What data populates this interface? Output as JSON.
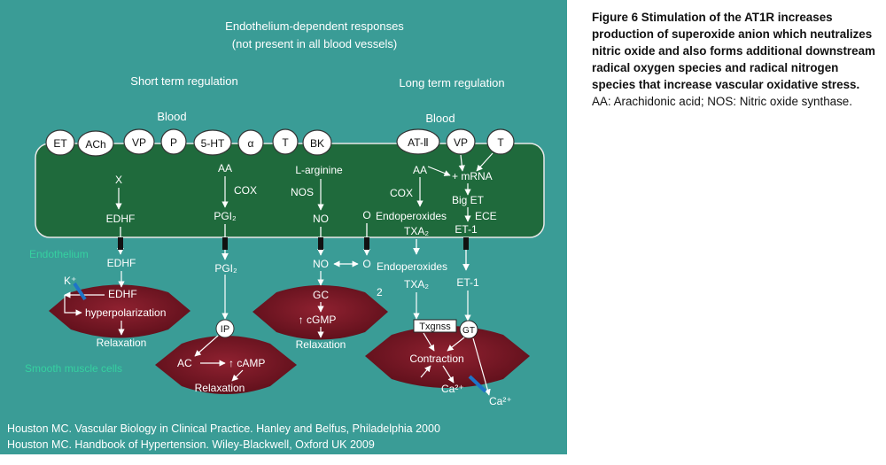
{
  "header": {
    "line1": "Endothelium-dependent responses",
    "line2": "(not present in all blood vessels)",
    "short_term": "Short term regulation",
    "long_term": "Long term regulation",
    "blood_left": "Blood",
    "blood_right": "Blood"
  },
  "receptors_left": [
    "ET",
    "ACh",
    "VP",
    "P",
    "5-HT",
    "α",
    "T",
    "BK"
  ],
  "receptors_right": [
    "AT-Ⅱ",
    "VP",
    "T"
  ],
  "endothelium": {
    "x": "X",
    "edhf": "EDHF",
    "aa": "AA",
    "cox": "COX",
    "pgi2": "PGI₂",
    "l_arginine": "L-arginine",
    "nos": "NOS",
    "no": "NO",
    "o": "O",
    "aa_right": "AA",
    "mrna": "+ mRNA",
    "cox_right": "COX",
    "big_et": "Big ET",
    "endoperoxides": "Endoperoxides",
    "ece": "ECE",
    "txa2": "TXA₂",
    "et1": "ET-1"
  },
  "interstitium": {
    "endothelium_label": "Endothelium",
    "edhf": "EDHF",
    "pgi2": "PGI₂",
    "no": "NO",
    "o": "O",
    "endoperoxides": "Endoperoxides",
    "txa2": "TXA₂",
    "et1": "ET-1",
    "smooth_muscle_label": "Smooth muscle cells"
  },
  "cell1": {
    "k": "K⁺",
    "edhf": "EDHF",
    "hyper": "hyperpolarization",
    "relax": "Relaxation"
  },
  "cell2": {
    "ip": "IP",
    "ac": "AC",
    "camp": "↑ cAMP",
    "relax": "Relaxation"
  },
  "cell3": {
    "gc": "GC",
    "num": "2",
    "cgmp": "↑ cGMP",
    "relax": "Relaxation"
  },
  "cell4": {
    "txgnss": "Txgnss",
    "gt": "GT",
    "contraction": "Contraction",
    "ca_in": "Ca²⁺",
    "ca_out": "Ca²⁺"
  },
  "references": [
    "Houston MC. Vascular Biology in Clinical Practice. Hanley and Belfus, Philadelphia 2000",
    "Houston MC. Handbook of Hypertension. Wiley-Blackwell, Oxford UK 2009"
  ],
  "caption": {
    "bold": "Figure 6  Stimulation of the AT1R increases production of superoxide anion which neutralizes nitric oxide and also forms additional downstream radical oxygen species and radical nitrogen species that increase vascular oxidative stress.",
    "normal": " AA: Arachidonic acid; NOS: Nitric oxide synthase."
  },
  "colors": {
    "background": "#3a9c96",
    "endothelium": "#1f6a3c",
    "cell": "#7a1624",
    "accent_label": "#36d0a0"
  }
}
